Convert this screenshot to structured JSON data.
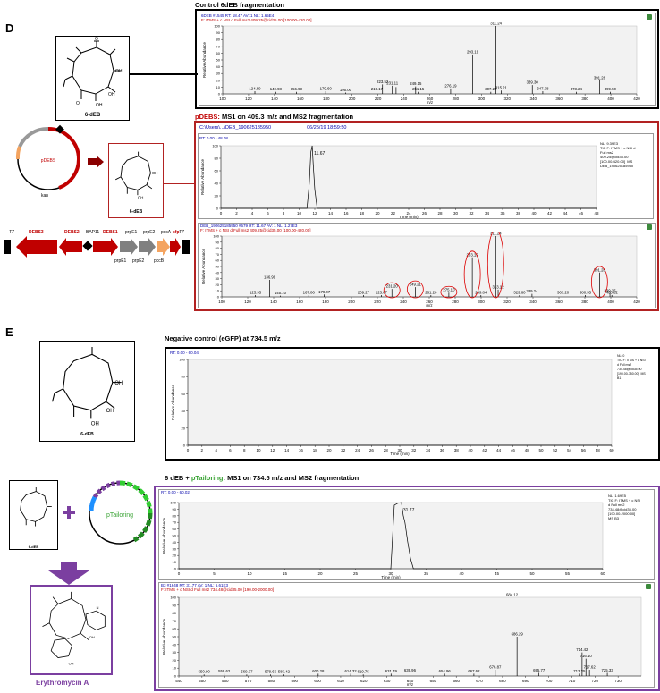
{
  "panel_d": {
    "letter": "D",
    "control_title": "Control 6dEB fragmentation",
    "pdebs_title_red": "pDEBS:",
    "pdebs_title_rest": " MS1 on 409.3 m/z and MS2 fragmentation",
    "structure_label": "6-dEB",
    "structure_label_2": "6-dEB",
    "plasmid_name": "pDEBS",
    "plasmid_marker": "kan",
    "genes_top": [
      "T7",
      "DEBS3",
      "DEBS2",
      "BAP11",
      "DEBS1",
      "prpE1",
      "prpE2",
      "pccA",
      "sfp",
      "T7"
    ],
    "genes_bottom": [
      "prpE1",
      "prpE2",
      "pccB"
    ],
    "control_spectrum": {
      "header1": "6DEB #1545   RT: 18.47   AV: 1   NL: 1.65E4",
      "header2": "F: ITMS + c NSI d Full ms2 409.25@cid35.00 [100.00-420.00]",
      "ylabel": "Relative Abundance",
      "xlabel": "m/z"
    },
    "chromatogram": {
      "path": "C:\\Users\\...\\DEB_190625185950",
      "date": "06/25/19 18:59:50",
      "header": "RT: 0.00 - 48.08",
      "info": "NL: 9.39E3\nTIC F: ITMS + c NSI d\nFull ms2\n409.25@cid35.00\n[100.00-420.00]  MS\nDEB_190625185950",
      "peak_label": "11.67",
      "ylabel": "Relative Abundance",
      "xlabel": "Time (min)"
    },
    "pdebs_spectrum": {
      "header1": "DEB_190625185950 #679   RT: 11.67   AV: 1   NL: 1.27E3",
      "header2": "F: ITMS + c NSI d Full ms2 409.25@cid35.00 [100.00-420.00]",
      "ylabel": "Relative Abundance",
      "xlabel": "m/z"
    }
  },
  "panel_e": {
    "letter": "E",
    "neg_title": "Negative control  (eGFP) at 734.5 m/z",
    "tailor_title_black": "6 dEB + ",
    "tailor_title_green": "pTailoring",
    "tailor_title_rest": ": MS1 on 734.5 m/z and MS2 fragmentation",
    "structure_label": "6-dEB",
    "structure_label_small": "6-dEB",
    "plasmid_name": "pTailoring",
    "product_label": "Erythromycin A",
    "neg_chrom": {
      "header": "RT: 0.00 - 60.04",
      "info": "NL: 0\nTIC F: ITMS + c NSI\nd Full ms2\n734.48@cid35.00\n[190.00-750.00]  MS\nB1",
      "ylabel": "Relative Abundance",
      "xlabel": "Time (min)"
    },
    "tailor_chrom": {
      "header": "RT: 0.00 - 60.02",
      "info": "NL: 1.69E5\nTIC F: ITMS + c NSI\nd Full ms2\n734.48@cid35.00\n[190.00-2000.00]\nMS B3",
      "peak_label": "31.77",
      "ylabel": "Relative Abundance",
      "xlabel": "Time (min)"
    },
    "tailor_spectrum": {
      "header1": "B3 #1648   RT: 31.77   AV: 1   NL: 6.61E3",
      "header2": "F: ITMS + c NSI d Full ms2 734.48@cid35.00 [190.00-2000.00]",
      "ylabel": "Relative Abundance",
      "xlabel": "m/z"
    }
  },
  "colors": {
    "red_frame": "#b22222",
    "purple_frame": "#7b3fa0",
    "black_frame": "#000000",
    "green_text": "#3aa335"
  },
  "chart_data": [
    {
      "type": "bar",
      "name": "control-6deb-ms2",
      "xlabel": "m/z",
      "ylabel": "Relative Abundance",
      "xlim": [
        100,
        420
      ],
      "ylim": [
        0,
        100
      ],
      "xticks": [
        100,
        120,
        140,
        160,
        180,
        200,
        220,
        240,
        260,
        280,
        300,
        320,
        340,
        360,
        380,
        400,
        420
      ],
      "yticks": [
        0,
        10,
        20,
        30,
        40,
        50,
        60,
        70,
        80,
        90,
        100
      ],
      "peaks": [
        {
          "x": 124.89,
          "y": 4
        },
        {
          "x": 140.98,
          "y": 3
        },
        {
          "x": 156.93,
          "y": 3
        },
        {
          "x": 179.6,
          "y": 4
        },
        {
          "x": 195.0,
          "y": 2
        },
        {
          "x": 219.17,
          "y": 3
        },
        {
          "x": 223.52,
          "y": 14
        },
        {
          "x": 231.11,
          "y": 12
        },
        {
          "x": 234,
          "y": 10
        },
        {
          "x": 249.15,
          "y": 11
        },
        {
          "x": 251.15,
          "y": 3
        },
        {
          "x": 276.19,
          "y": 8
        },
        {
          "x": 293.19,
          "y": 58
        },
        {
          "x": 307.22,
          "y": 3
        },
        {
          "x": 311.24,
          "y": 100
        },
        {
          "x": 315.21,
          "y": 5
        },
        {
          "x": 339.3,
          "y": 13
        },
        {
          "x": 347.38,
          "y": 4
        },
        {
          "x": 373.24,
          "y": 3
        },
        {
          "x": 391.28,
          "y": 20
        },
        {
          "x": 399.5,
          "y": 3
        }
      ],
      "labels": [
        {
          "x": 124.89,
          "text": "124.89"
        },
        {
          "x": 140.98,
          "text": "140.98"
        },
        {
          "x": 156.93,
          "text": "156.93"
        },
        {
          "x": 179.6,
          "text": "179.60"
        },
        {
          "x": 195.0,
          "text": "195.00"
        },
        {
          "x": 219.17,
          "text": "219.17"
        },
        {
          "x": 223.52,
          "text": "223.52"
        },
        {
          "x": 231.11,
          "text": "231.11"
        },
        {
          "x": 249.15,
          "text": "249.15"
        },
        {
          "x": 251.15,
          "text": "251.15"
        },
        {
          "x": 276.19,
          "text": "276.19"
        },
        {
          "x": 293.19,
          "text": "293.19"
        },
        {
          "x": 307.22,
          "text": "307.22"
        },
        {
          "x": 311.24,
          "text": "311.24"
        },
        {
          "x": 315.21,
          "text": "315.21"
        },
        {
          "x": 339.3,
          "text": "339.30"
        },
        {
          "x": 347.38,
          "text": "347.38"
        },
        {
          "x": 373.24,
          "text": "373.24"
        },
        {
          "x": 391.28,
          "text": "391.28"
        },
        {
          "x": 399.5,
          "text": "399.50"
        }
      ]
    },
    {
      "type": "line",
      "name": "pdebs-chromatogram",
      "xlabel": "Time (min)",
      "ylabel": "Relative Abundance",
      "xlim": [
        0,
        48
      ],
      "ylim": [
        0,
        100
      ],
      "xticks": [
        0,
        2,
        4,
        6,
        8,
        10,
        12,
        14,
        16,
        18,
        20,
        22,
        24,
        26,
        28,
        30,
        32,
        34,
        36,
        38,
        40,
        42,
        44,
        46,
        48
      ],
      "yticks": [
        0,
        20,
        40,
        60,
        80,
        100
      ],
      "x": [
        0,
        11.0,
        11.3,
        11.5,
        11.67,
        11.8,
        12.0,
        12.3,
        48
      ],
      "y": [
        0,
        0,
        40,
        90,
        100,
        70,
        30,
        0,
        0
      ]
    },
    {
      "type": "bar",
      "name": "pdebs-ms2",
      "xlabel": "m/z",
      "ylabel": "Relative Abundance",
      "xlim": [
        100,
        420
      ],
      "ylim": [
        0,
        100
      ],
      "xticks": [
        100,
        120,
        140,
        160,
        180,
        200,
        220,
        240,
        260,
        280,
        300,
        320,
        340,
        360,
        380,
        400,
        420
      ],
      "yticks": [
        0,
        10,
        20,
        30,
        40,
        50,
        60,
        70,
        80,
        90,
        100
      ],
      "peaks": [
        {
          "x": 125.95,
          "y": 3
        },
        {
          "x": 136.99,
          "y": 28
        },
        {
          "x": 145.1,
          "y": 2
        },
        {
          "x": 167.06,
          "y": 3
        },
        {
          "x": 179.07,
          "y": 4
        },
        {
          "x": 209.27,
          "y": 3
        },
        {
          "x": 223.07,
          "y": 3
        },
        {
          "x": 231.2,
          "y": 13
        },
        {
          "x": 249.21,
          "y": 16
        },
        {
          "x": 261.26,
          "y": 3
        },
        {
          "x": 275.1,
          "y": 7
        },
        {
          "x": 293.19,
          "y": 65
        },
        {
          "x": 299.84,
          "y": 3
        },
        {
          "x": 311.24,
          "y": 100
        },
        {
          "x": 313.12,
          "y": 12
        },
        {
          "x": 329.6,
          "y": 3
        },
        {
          "x": 339.24,
          "y": 5
        },
        {
          "x": 363.2,
          "y": 3
        },
        {
          "x": 380.35,
          "y": 3
        },
        {
          "x": 391.28,
          "y": 40
        },
        {
          "x": 399.35,
          "y": 6
        },
        {
          "x": 400.82,
          "y": 3
        }
      ],
      "labels": [
        {
          "x": 125.95,
          "text": "125.95"
        },
        {
          "x": 136.99,
          "text": "136.99"
        },
        {
          "x": 145.1,
          "text": "145.10"
        },
        {
          "x": 167.06,
          "text": "167.06"
        },
        {
          "x": 179.07,
          "text": "179.07"
        },
        {
          "x": 209.27,
          "text": "209.27"
        },
        {
          "x": 223.07,
          "text": "223.07"
        },
        {
          "x": 231.2,
          "text": "231.20"
        },
        {
          "x": 249.21,
          "text": "249.21"
        },
        {
          "x": 261.26,
          "text": "261.26"
        },
        {
          "x": 275.1,
          "text": "275.10"
        },
        {
          "x": 293.19,
          "text": "293.19"
        },
        {
          "x": 299.84,
          "text": "299.84"
        },
        {
          "x": 311.24,
          "text": "311.24"
        },
        {
          "x": 313.12,
          "text": "313.12"
        },
        {
          "x": 329.6,
          "text": "329.60"
        },
        {
          "x": 339.24,
          "text": "339.24"
        },
        {
          "x": 363.2,
          "text": "363.20"
        },
        {
          "x": 380.35,
          "text": "380.35"
        },
        {
          "x": 391.28,
          "text": "391.28"
        },
        {
          "x": 399.35,
          "text": "399.35"
        },
        {
          "x": 400.82,
          "text": "400.82"
        }
      ],
      "circled": [
        231.2,
        249.21,
        275.1,
        293.19,
        311.24,
        391.28
      ]
    },
    {
      "type": "line",
      "name": "negative-control-chromatogram",
      "xlabel": "Time (min)",
      "ylabel": "Relative Abundance",
      "xlim": [
        0,
        60
      ],
      "ylim": [
        0,
        100
      ],
      "xticks": [
        0,
        2,
        4,
        6,
        8,
        10,
        12,
        14,
        16,
        18,
        20,
        22,
        24,
        26,
        28,
        30,
        32,
        34,
        36,
        38,
        40,
        42,
        44,
        46,
        48,
        50,
        52,
        54,
        56,
        58,
        60
      ],
      "yticks": [
        0,
        20,
        40,
        60,
        80,
        100
      ],
      "x": [
        0,
        60
      ],
      "y": [
        0,
        0
      ]
    },
    {
      "type": "line",
      "name": "ptailoring-chromatogram",
      "xlabel": "Time (min)",
      "ylabel": "Relative Abundance",
      "xlim": [
        0,
        60
      ],
      "ylim": [
        0,
        100
      ],
      "xticks": [
        0,
        5,
        10,
        15,
        20,
        25,
        30,
        35,
        40,
        45,
        50,
        55,
        60
      ],
      "yticks": [
        0,
        10,
        20,
        30,
        40,
        50,
        60,
        70,
        80,
        90,
        100
      ],
      "x": [
        0,
        30.0,
        30.5,
        31.0,
        31.5,
        31.77,
        32.0,
        32.4,
        32.8,
        33.2,
        60
      ],
      "y": [
        0,
        0,
        96,
        99,
        100,
        80,
        70,
        40,
        15,
        0,
        0
      ]
    },
    {
      "type": "bar",
      "name": "ptailoring-ms2",
      "xlabel": "m/z",
      "ylabel": "Relative Abundance",
      "xlim": [
        540,
        740
      ],
      "ylim": [
        0,
        100
      ],
      "xticks": [
        540,
        550,
        560,
        570,
        580,
        590,
        600,
        610,
        620,
        630,
        640,
        650,
        660,
        670,
        680,
        690,
        700,
        710,
        720,
        730
      ],
      "yticks": [
        0,
        10,
        20,
        30,
        40,
        50,
        60,
        70,
        80,
        90,
        100
      ],
      "peaks": [
        {
          "x": 550.9,
          "y": 2
        },
        {
          "x": 559.62,
          "y": 3
        },
        {
          "x": 569.37,
          "y": 2
        },
        {
          "x": 579.66,
          "y": 2
        },
        {
          "x": 585.42,
          "y": 2
        },
        {
          "x": 600.28,
          "y": 3
        },
        {
          "x": 614.32,
          "y": 3
        },
        {
          "x": 619.75,
          "y": 2
        },
        {
          "x": 631.79,
          "y": 3
        },
        {
          "x": 639.96,
          "y": 4
        },
        {
          "x": 654.96,
          "y": 3
        },
        {
          "x": 667.62,
          "y": 3
        },
        {
          "x": 676.87,
          "y": 8
        },
        {
          "x": 684.12,
          "y": 100
        },
        {
          "x": 686.29,
          "y": 50
        },
        {
          "x": 695.77,
          "y": 4
        },
        {
          "x": 713.25,
          "y": 3
        },
        {
          "x": 714.42,
          "y": 30
        },
        {
          "x": 716.1,
          "y": 22
        },
        {
          "x": 717.62,
          "y": 8
        },
        {
          "x": 725.33,
          "y": 4
        }
      ],
      "labels": [
        {
          "x": 550.9,
          "text": "550.90"
        },
        {
          "x": 559.62,
          "text": "559.62"
        },
        {
          "x": 569.37,
          "text": "569.37"
        },
        {
          "x": 579.66,
          "text": "579.66"
        },
        {
          "x": 585.42,
          "text": "585.42"
        },
        {
          "x": 600.28,
          "text": "600.28"
        },
        {
          "x": 614.32,
          "text": "614.32"
        },
        {
          "x": 619.75,
          "text": "619.75"
        },
        {
          "x": 631.79,
          "text": "631.79"
        },
        {
          "x": 639.96,
          "text": "639.96"
        },
        {
          "x": 654.96,
          "text": "654.96"
        },
        {
          "x": 667.62,
          "text": "667.62"
        },
        {
          "x": 676.87,
          "text": "676.87"
        },
        {
          "x": 684.12,
          "text": "684.12"
        },
        {
          "x": 686.29,
          "text": "686.29"
        },
        {
          "x": 695.77,
          "text": "695.77"
        },
        {
          "x": 713.25,
          "text": "713.25"
        },
        {
          "x": 714.42,
          "text": "714.42"
        },
        {
          "x": 716.1,
          "text": "716.10"
        },
        {
          "x": 717.62,
          "text": "717.62"
        },
        {
          "x": 725.33,
          "text": "725.33"
        }
      ]
    }
  ]
}
